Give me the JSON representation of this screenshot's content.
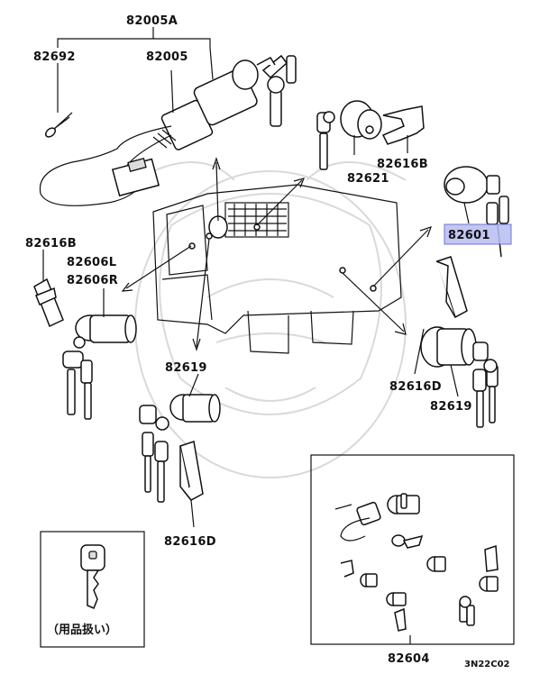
{
  "labels": {
    "p82005A": "82005A",
    "p82692": "82692",
    "p82005": "82005",
    "p82621": "82621",
    "p82616B_right": "82616B",
    "p82601": "82601",
    "p82616B_left": "82616B",
    "p82606L": "82606L",
    "p82606R": "82606R",
    "p82619_center": "82619",
    "p82616D_right": "82616D",
    "p82619_right": "82619",
    "p82616D_center": "82616D",
    "p82604": "82604",
    "note": "（用品扱い）",
    "diagram_ref": "3N22C02"
  },
  "colors": {
    "highlight_fill": "#b8bdf2",
    "highlight_border": "#5560c8",
    "line": "#111111",
    "watermark": "#d9d9d9"
  }
}
